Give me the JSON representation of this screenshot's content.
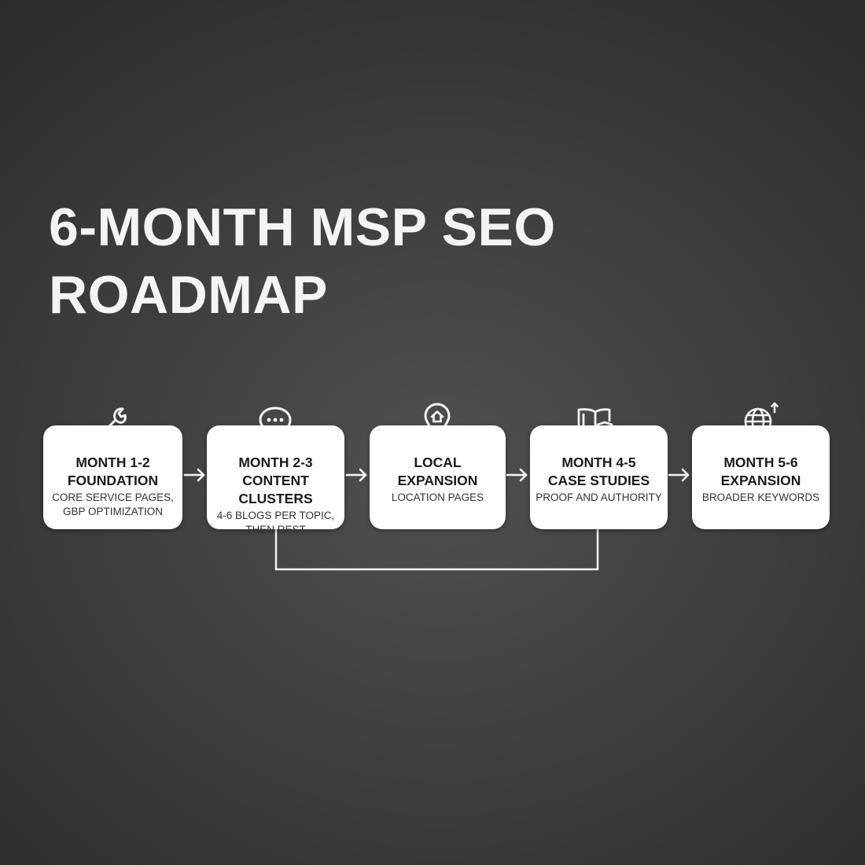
{
  "title": {
    "line1": "6-MONTH MSP SEO",
    "line2": "ROADMAP"
  },
  "steps": [
    {
      "icon": "wrench-icon",
      "heading1": "MONTH 1-2",
      "heading2": "FOUNDATION",
      "desc1": "CORE SERVICE PAGES,",
      "desc2": "GBP OPTIMIZATION"
    },
    {
      "icon": "chat-bubble-icon",
      "heading1": "MONTH 2-3",
      "heading2": "CONTENT CLUSTERS",
      "desc1": "4-6 BLOGS PER TOPIC,",
      "desc2": "THEN REST"
    },
    {
      "icon": "location-pin-icon",
      "heading1": "LOCAL",
      "heading2": "EXPANSION",
      "desc1": "LOCATION PAGES",
      "desc2": ""
    },
    {
      "icon": "book-shield-icon",
      "heading1": "MONTH 4-5",
      "heading2": "CASE STUDIES",
      "desc1": "PROOF AND AUTHORITY",
      "desc2": ""
    },
    {
      "icon": "globe-arrow-icon",
      "heading1": "MONTH 5-6",
      "heading2": "EXPANSION",
      "desc1": "BROADER KEYWORDS",
      "desc2": ""
    }
  ],
  "colors": {
    "background": "#3f3f3f",
    "card": "#ffffff",
    "text_light": "#f4f4f4",
    "text_dark": "#1b1b1b"
  }
}
